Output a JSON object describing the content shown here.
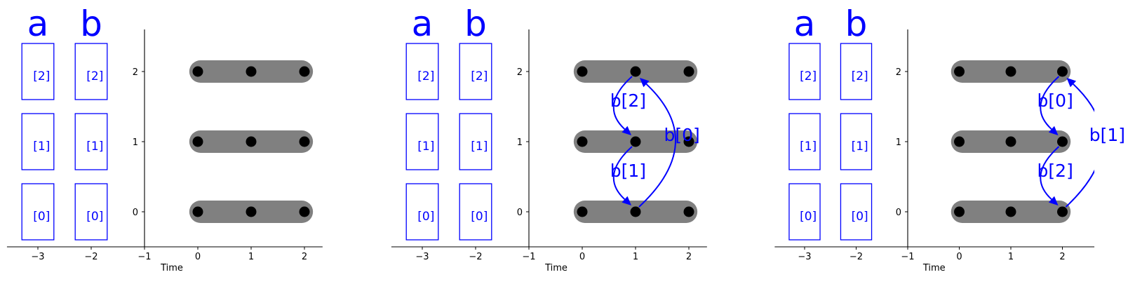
{
  "colors": {
    "accent": "#0000ff",
    "bar": "#808080",
    "dot": "#000000",
    "axis": "#000000"
  },
  "panels": [
    {
      "xlabel": "Time",
      "xticks": [
        "−3",
        "−2",
        "−1",
        "0",
        "1",
        "2"
      ],
      "xtick_values": [
        -3,
        -2,
        -1,
        0,
        1,
        2
      ],
      "yticks": [
        "0",
        "1",
        "2"
      ],
      "ytick_values": [
        0,
        1,
        2
      ],
      "xlim": [
        -3.58,
        2.34
      ],
      "ylim": [
        -0.5,
        2.6
      ],
      "arrays": [
        {
          "name": "a",
          "x": -3,
          "cells": [
            "[0]",
            "[1]",
            "[2]"
          ]
        },
        {
          "name": "b",
          "x": -2,
          "cells": [
            "[0]",
            "[1]",
            "[2]"
          ]
        }
      ],
      "rows": [
        0,
        1,
        2
      ],
      "times": [
        0,
        1,
        2
      ],
      "arrows": []
    },
    {
      "xlabel": "Time",
      "xticks": [
        "−3",
        "−2",
        "−1",
        "0",
        "1",
        "2"
      ],
      "xtick_values": [
        -3,
        -2,
        -1,
        0,
        1,
        2
      ],
      "yticks": [
        "0",
        "1",
        "2"
      ],
      "ytick_values": [
        0,
        1,
        2
      ],
      "xlim": [
        -3.58,
        2.34
      ],
      "ylim": [
        -0.5,
        2.6
      ],
      "arrays": [
        {
          "name": "a",
          "x": -3,
          "cells": [
            "[0]",
            "[1]",
            "[2]"
          ]
        },
        {
          "name": "b",
          "x": -2,
          "cells": [
            "[0]",
            "[1]",
            "[2]"
          ]
        }
      ],
      "rows": [
        0,
        1,
        2
      ],
      "times": [
        0,
        1,
        2
      ],
      "arrows": [
        {
          "label": "b[2]",
          "from": [
            1,
            2
          ],
          "to": [
            1,
            1
          ],
          "bow": "left"
        },
        {
          "label": "b[1]",
          "from": [
            1,
            1
          ],
          "to": [
            1,
            0
          ],
          "bow": "left"
        },
        {
          "label": "b[0]",
          "from": [
            1,
            0
          ],
          "to": [
            1,
            2
          ],
          "bow": "right"
        }
      ]
    },
    {
      "xlabel": "Time",
      "xticks": [
        "−3",
        "−2",
        "−1",
        "0",
        "1",
        "2"
      ],
      "xtick_values": [
        -3,
        -2,
        -1,
        0,
        1,
        2
      ],
      "yticks": [
        "0",
        "1",
        "2"
      ],
      "ytick_values": [
        0,
        1,
        2
      ],
      "xlim": [
        -3.58,
        2.62
      ],
      "ylim": [
        -0.5,
        2.6
      ],
      "arrays": [
        {
          "name": "a",
          "x": -3,
          "cells": [
            "[0]",
            "[1]",
            "[2]"
          ]
        },
        {
          "name": "b",
          "x": -2,
          "cells": [
            "[0]",
            "[1]",
            "[2]"
          ]
        }
      ],
      "rows": [
        0,
        1,
        2
      ],
      "times": [
        0,
        1,
        2
      ],
      "arrows": [
        {
          "label": "b[0]",
          "from": [
            2,
            2
          ],
          "to": [
            2,
            1
          ],
          "bow": "left"
        },
        {
          "label": "b[2]",
          "from": [
            2,
            1
          ],
          "to": [
            2,
            0
          ],
          "bow": "left"
        },
        {
          "label": "b[1]",
          "from": [
            2,
            0
          ],
          "to": [
            2,
            2
          ],
          "bow": "right"
        }
      ]
    }
  ]
}
